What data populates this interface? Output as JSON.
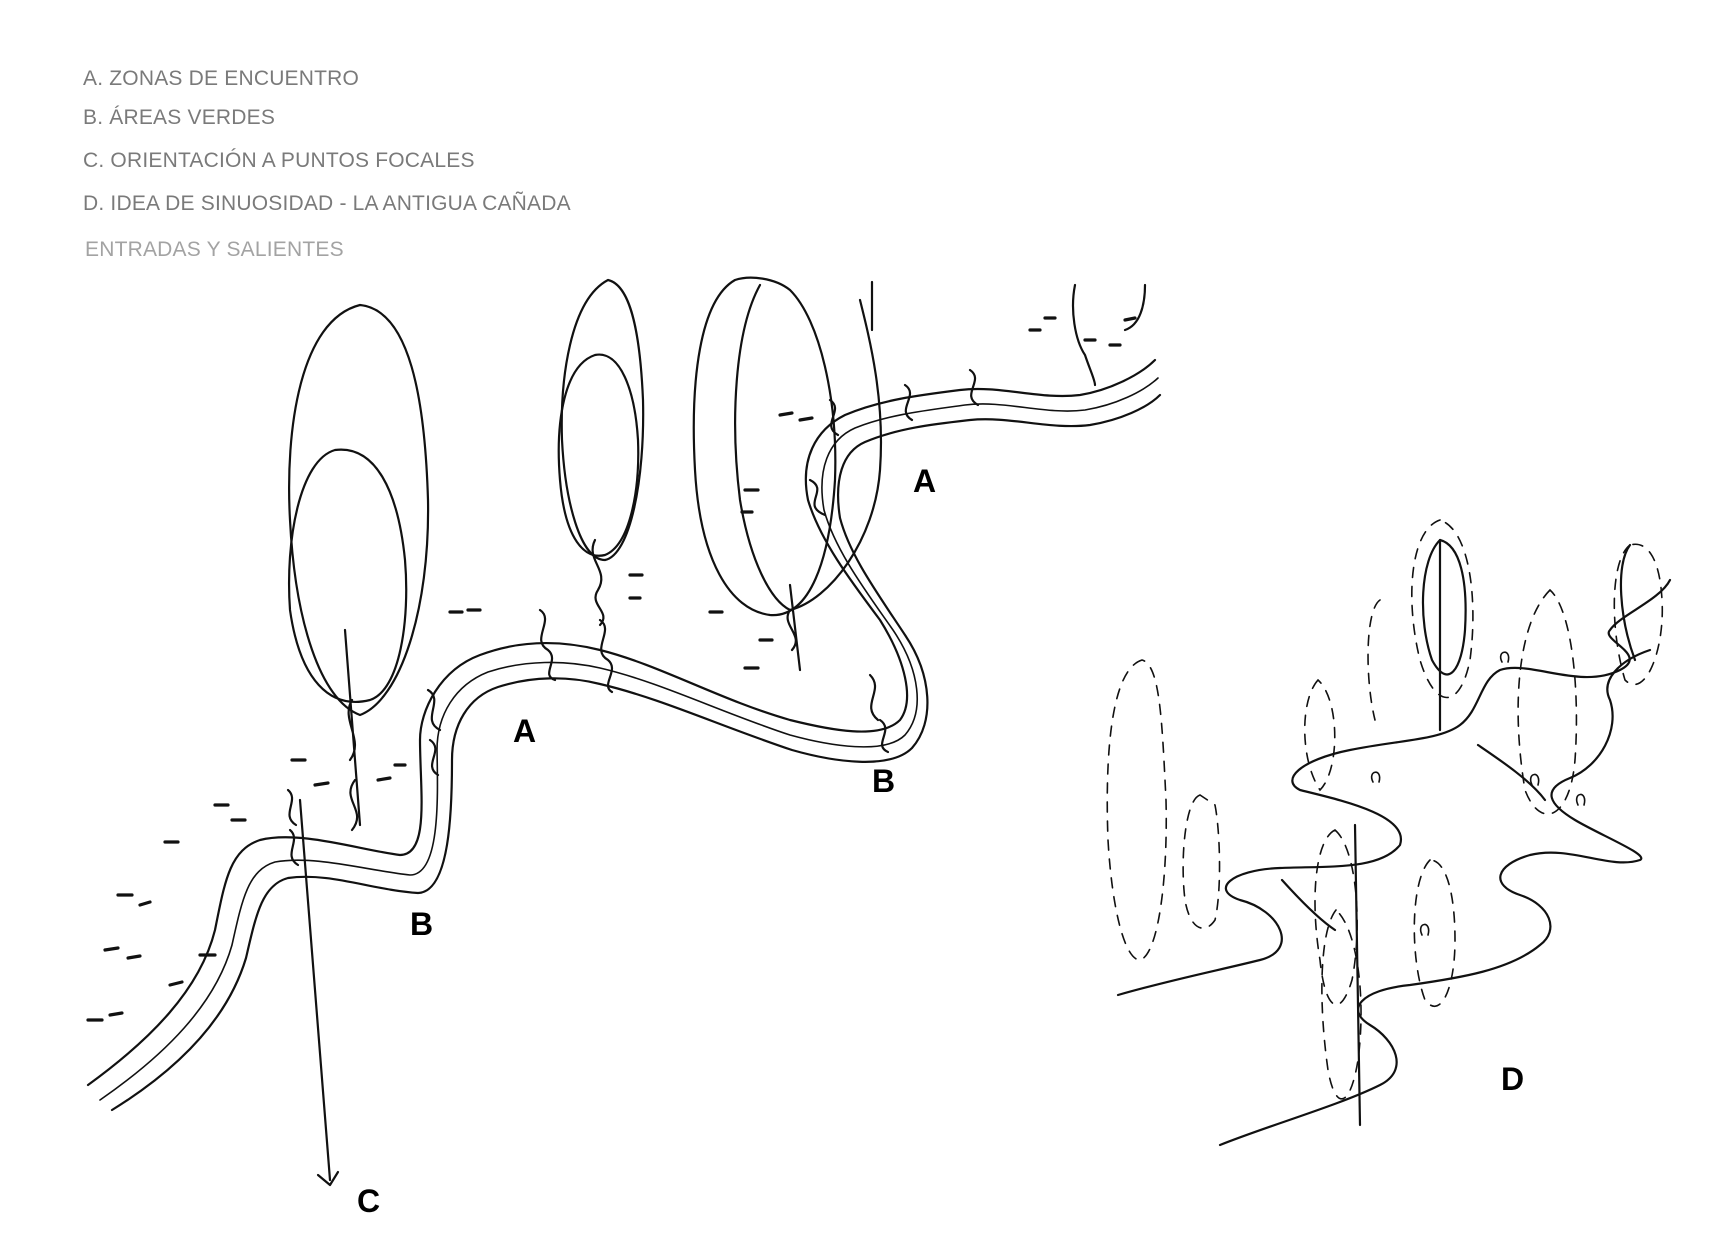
{
  "legend": {
    "items": [
      "A. ZONAS DE ENCUENTRO",
      "B. ÁREAS VERDES",
      "C. ORIENTACIÓN A PUNTOS FOCALES",
      "D. IDEA DE SINUOSIDAD - LA ANTIGUA CAÑADA"
    ],
    "subtitle": "ENTRADAS Y SALIENTES"
  },
  "sketch_labels": {
    "a_top": "A",
    "a_mid": "A",
    "b_right": "B",
    "b_left": "B",
    "c": "C",
    "d": "D"
  },
  "colors": {
    "legend_text": "#7a7a7a",
    "legend_subtitle": "#a3a3a3",
    "ink": "#111111"
  }
}
